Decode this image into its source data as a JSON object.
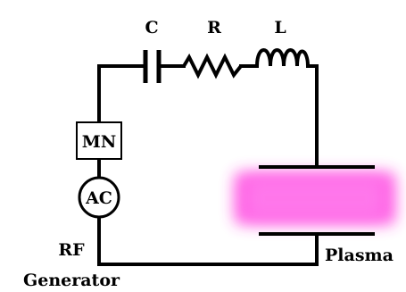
{
  "diagram": {
    "labels": {
      "capacitor": "C",
      "resistor": "R",
      "inductor": "L",
      "matching_network": "MN",
      "ac_source": "AC",
      "rf_generator_line1": "RF",
      "rf_generator_line2": "Generator",
      "plasma": "Plasma"
    },
    "colors": {
      "wire": "#000000",
      "plasma_glow": "#ff33dd",
      "plasma_core": "#ff66e6"
    }
  }
}
